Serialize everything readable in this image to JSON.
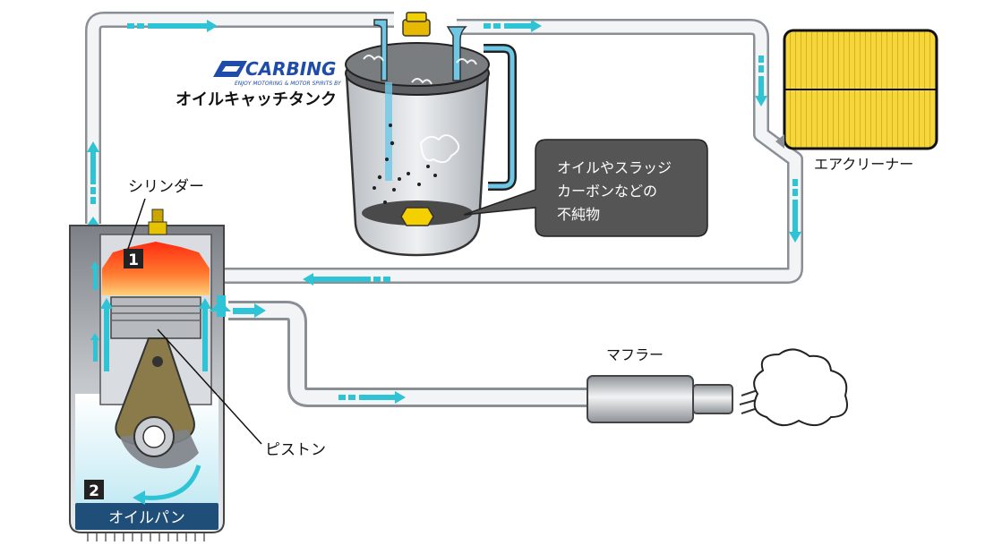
{
  "brand": {
    "logo_text": "CARBING",
    "logo_tagline": "ENJOY MOTORING & MOTOR SPIRITS BY",
    "tank_name": "オイルキャッチタンク"
  },
  "labels": {
    "cylinder": "シリンダー",
    "piston": "ピストン",
    "oil_pan": "オイルパン",
    "air_cleaner": "エアクリーナー",
    "muffler": "マフラー"
  },
  "bubble": {
    "lines": [
      "オイルやスラッジ",
      "カーボンなどの",
      "不純物"
    ]
  },
  "markers": {
    "m1": "1",
    "m2": "2"
  },
  "colors": {
    "flow_arrow": "#2ec4d6",
    "bubble_fill": "#555555",
    "pan_fill": "#1f4f78",
    "combustion": "#ff5a2a"
  }
}
